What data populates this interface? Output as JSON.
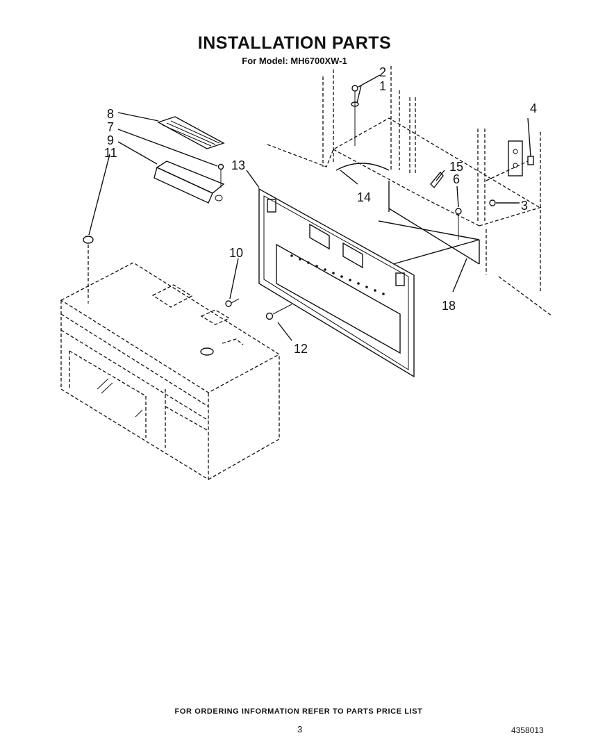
{
  "header": {
    "title": "INSTALLATION PARTS",
    "subtitle": "For Model: MH6700XW-1"
  },
  "diagram": {
    "callouts": [
      "1",
      "2",
      "3",
      "4",
      "6",
      "7",
      "8",
      "9",
      "10",
      "11",
      "12",
      "13",
      "14",
      "15",
      "18"
    ]
  },
  "footer": {
    "note": "FOR ORDERING INFORMATION REFER TO PARTS PRICE LIST",
    "page_number": "3",
    "doc_number": "4358013"
  }
}
